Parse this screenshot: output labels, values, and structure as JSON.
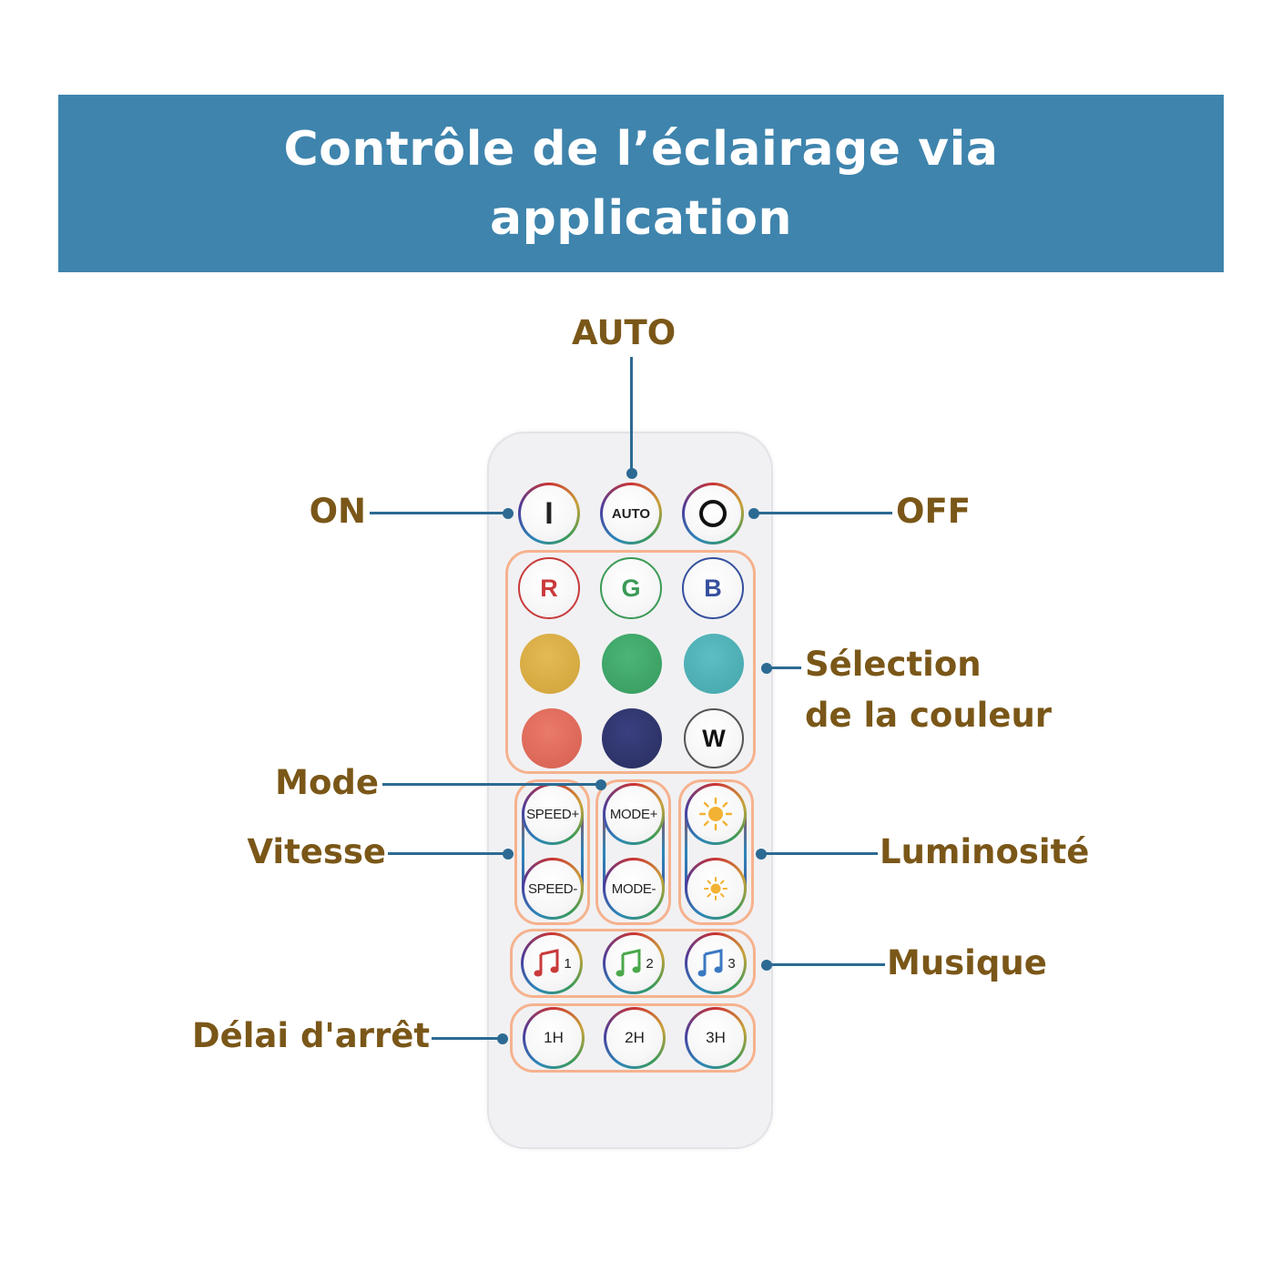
{
  "title": {
    "line1": "Contrôle de l’éclairage via",
    "line2": "application"
  },
  "labels": {
    "auto": "AUTO",
    "on": "ON",
    "off": "OFF",
    "color_line1": "Sélection",
    "color_line2": "de la couleur",
    "mode": "Mode",
    "speed": "Vitesse",
    "brightness": "Luminosité",
    "music": "Musique",
    "timer": "Délai d'arrêt"
  },
  "buttons": {
    "on_symbol": "I",
    "auto": "AUTO",
    "r": "R",
    "g": "G",
    "b": "B",
    "w": "W",
    "speed_plus": "SPEED+",
    "speed_minus": "SPEED-",
    "mode_plus": "MODE+",
    "mode_minus": "MODE-",
    "music1": "1",
    "music2": "2",
    "music3": "3",
    "h1": "1H",
    "h2": "2H",
    "h3": "3H"
  },
  "colors": {
    "banner": "#3e84ad",
    "label_text": "#7a5718",
    "leader_line": "#2c6a93",
    "group_outline": "#f6b28e",
    "swatch_yellow": "#d8aa3e",
    "swatch_green": "#3aa468",
    "swatch_teal": "#4bb0b5",
    "swatch_salmon": "#e06a5a",
    "swatch_navy": "#2e3369",
    "letter_r": "#c93a3a",
    "letter_g": "#3a9a55",
    "letter_b": "#354f9c",
    "note1": "#c93a3a",
    "note2": "#4aa84a",
    "note3": "#3a78c2"
  }
}
